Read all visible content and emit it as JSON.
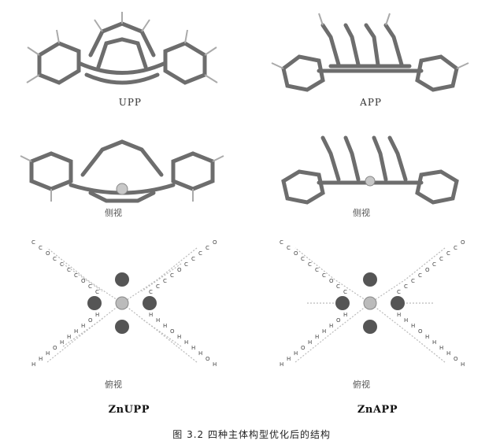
{
  "panels": {
    "upp": {
      "label": "UPP"
    },
    "app": {
      "label": "APP"
    },
    "side_view_left": {
      "label": "侧视"
    },
    "side_view_right": {
      "label": "侧视"
    },
    "top_view_left": {
      "label": "俯视"
    },
    "top_view_right": {
      "label": "俯视"
    }
  },
  "names": {
    "znupp": "ZnUPP",
    "znapp": "ZnAPP"
  },
  "caption": "图 3.2   四种主体构型优化后的结构",
  "atom_labels": {
    "h": "H",
    "c": "C",
    "o": "O"
  }
}
